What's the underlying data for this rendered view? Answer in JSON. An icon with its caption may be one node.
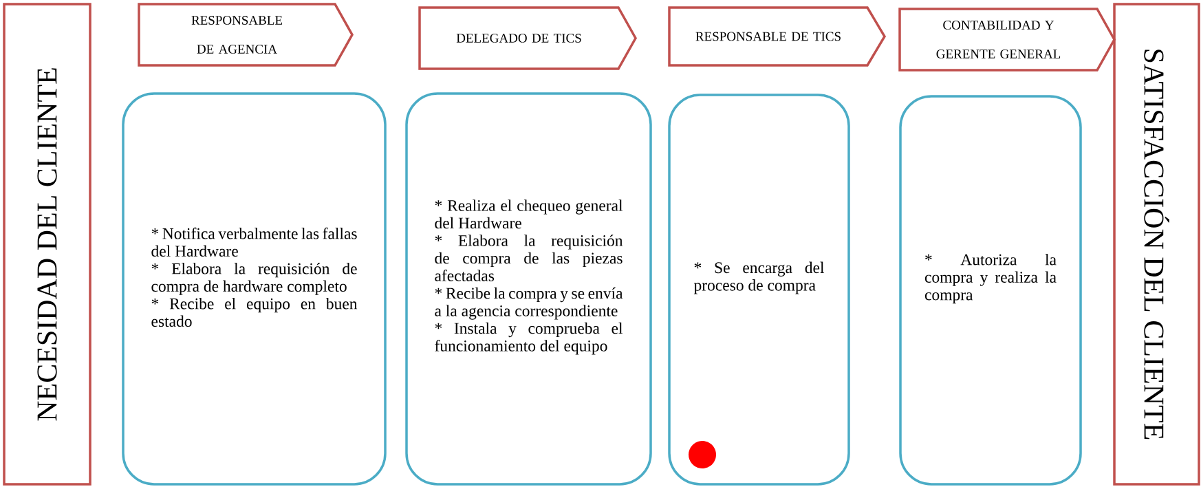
{
  "diagram": {
    "nodes": [
      {
        "text": [
          "NECESIDAD DEL CLIENTE"
        ]
      },
      {
        "text": [
          "RESPONSABLE DE AGENCIA"
        ]
      },
      {
        "text": [
          "DELEGADO DE TICS"
        ]
      },
      {
        "text": [
          "RESPONSABLE DE TICS"
        ]
      },
      {
        "text": [
          "CONTABILIDAD Y GERENTE GENERAL"
        ]
      },
      {
        "text": [
          "* Notifica verbalmente las fallas del Hardware",
          "* Elabora la requisición de compra de hardware completo",
          "* Recibe el equipo en buen estado"
        ]
      },
      {
        "text": [
          "* Realiza el chequeo general del Hardware",
          "* Elabora la requisición de compra de las piezas afectadas",
          "* Recibe la compra y se envía a la agencia correspondiente",
          "* Instala y comprueba el funcionamiento del equipo"
        ]
      },
      {
        "text": [
          "* Se encarga del proceso de compra"
        ]
      },
      {
        "text": [
          "* Autoriza la compra y realiza la compra"
        ]
      },
      {
        "text": [
          "SATISFACCIÓN DEL CLIENTE"
        ]
      }
    ]
  }
}
